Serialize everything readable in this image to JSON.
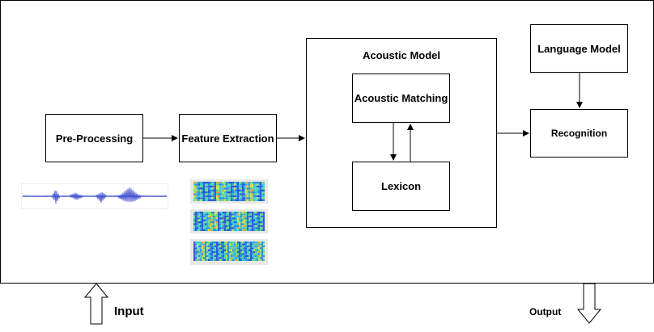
{
  "blocks": {
    "preprocessing": "Pre-Processing",
    "feature_extraction": "Feature Extraction",
    "acoustic_model": "Acoustic Model",
    "acoustic_matching": "Acoustic Matching",
    "lexicon": "Lexicon",
    "language_model": "Language Model",
    "recognition": "Recognition"
  },
  "io": {
    "input": "Input",
    "output": "Output"
  },
  "colors": {
    "waveform": "#3344cc",
    "spectrogram_bg": "#2a6fd6"
  }
}
